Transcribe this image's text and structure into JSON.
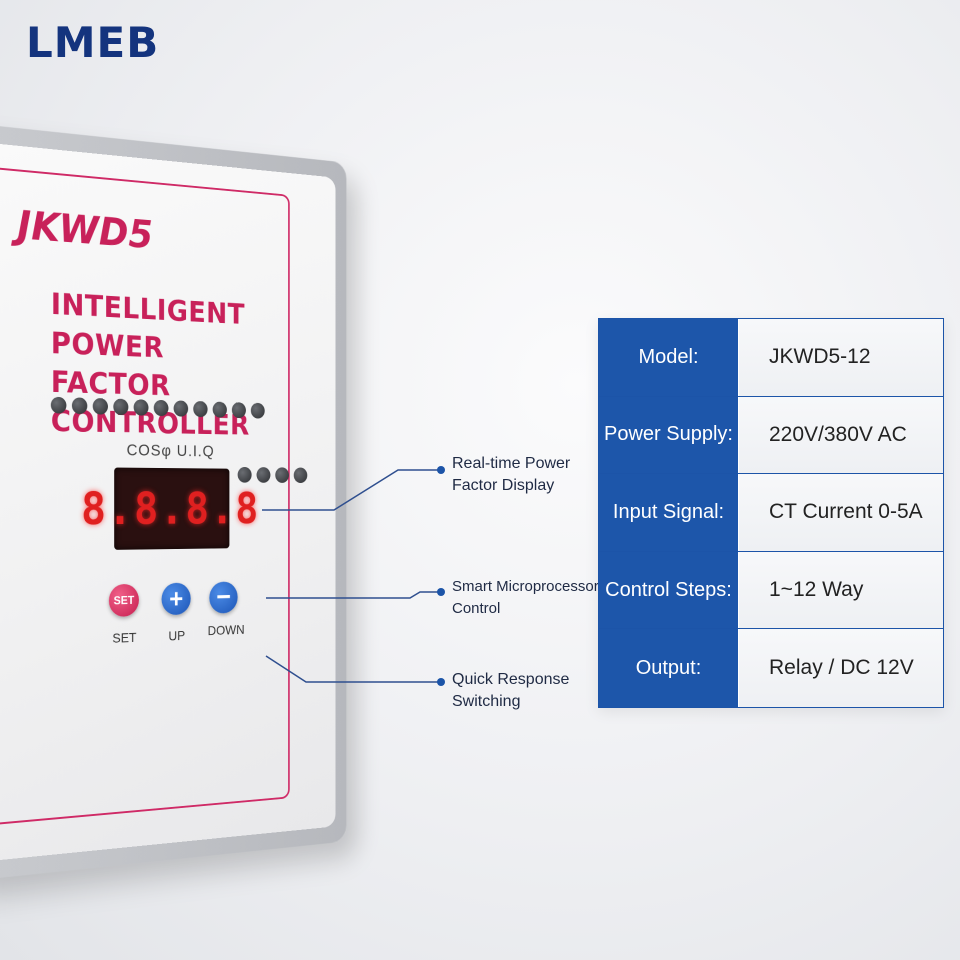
{
  "brand": "LMEB",
  "device": {
    "model": "JKWD5",
    "heading_line1": "INTELLIGENT POWER",
    "heading_line2": "FACTOR CONTROLLER",
    "mode_label": "COSφ U.I.Q",
    "display_readout": "8.8.8.8",
    "led_count": 11,
    "small_led_count": 4,
    "buttons": {
      "set_face": "SET",
      "set_label": "SET",
      "up_face": "+",
      "up_label": "UP",
      "down_face": "−",
      "down_label": "DOWN"
    },
    "colors": {
      "accent": "#c8215a",
      "button_blue": "#1c55b6",
      "display_red": "#e02020"
    }
  },
  "callouts": {
    "display_line1": "Real-time Power",
    "display_line2": "Factor Display",
    "control_line1": "Smart Microprocessor",
    "control_line2": "Control",
    "switch_line1": "Quick Response",
    "switch_line2": "Switching"
  },
  "specs": [
    {
      "key": "Model:",
      "value": "JKWD5-12"
    },
    {
      "key": "Power Supply:",
      "value": "220V/380V AC"
    },
    {
      "key": "Input Signal:",
      "value": "CT Current 0-5A"
    },
    {
      "key": "Control Steps:",
      "value": "1~12 Way"
    },
    {
      "key": "Output:",
      "value": "Relay / DC 12V"
    }
  ],
  "theme": {
    "brand_color": "#14347e",
    "table_blue": "#1d56aa"
  }
}
